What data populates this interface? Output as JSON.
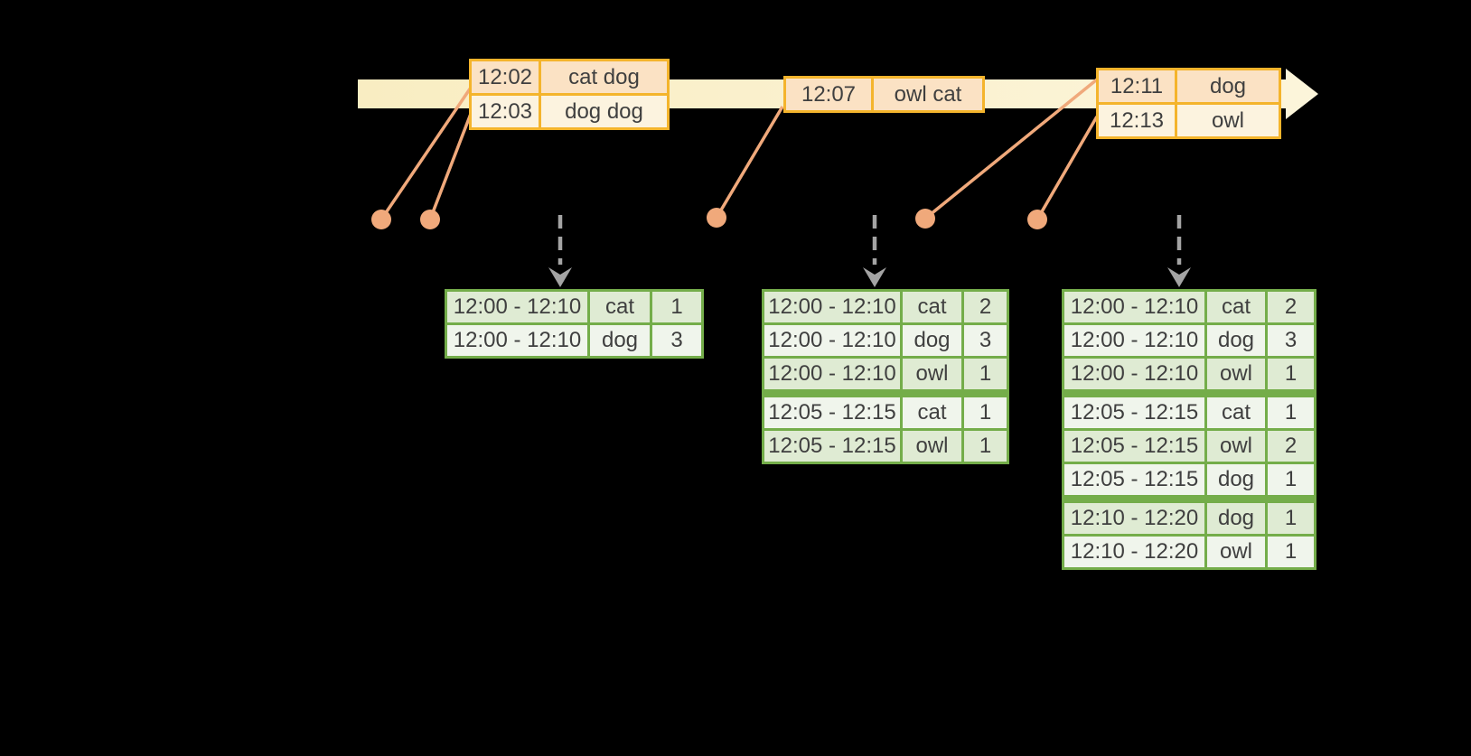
{
  "diagram": {
    "kind": "event-time-window-counts-timeline",
    "background": "#000000"
  },
  "colors": {
    "timeline_band_start": "#F9EDC2",
    "timeline_band_end": "#FCF5DA",
    "event_table_border": "#F4B42C",
    "event_row_peach": "#FBE2C4",
    "event_row_cream": "#FCF3DF",
    "connector_salmon": "#F0A97B",
    "result_table_border": "#74AD4A",
    "result_row_green": "#DFEBD3",
    "result_row_light": "#F0F5EC",
    "trigger_arrow_gray": "#A4A4A4",
    "text": "#3F3F3F"
  },
  "icons": {
    "timeline_arrowhead": "right-arrow",
    "event_dot": "filled-circle",
    "trigger_arrow": "dashed-down-arrow"
  },
  "events": [
    {
      "rows": [
        {
          "time": "12:02",
          "words": "cat dog"
        },
        {
          "time": "12:03",
          "words": "dog dog"
        }
      ]
    },
    {
      "rows": [
        {
          "time": "12:07",
          "words": "owl cat"
        }
      ]
    },
    {
      "rows": [
        {
          "time": "12:11",
          "words": "dog"
        },
        {
          "time": "12:13",
          "words": "owl"
        }
      ]
    }
  ],
  "results": [
    {
      "rows": [
        {
          "window": "12:00 - 12:10",
          "word": "cat",
          "count": "1"
        },
        {
          "window": "12:00 - 12:10",
          "word": "dog",
          "count": "3"
        }
      ]
    },
    {
      "rows": [
        {
          "window": "12:00 - 12:10",
          "word": "cat",
          "count": "2"
        },
        {
          "window": "12:00 - 12:10",
          "word": "dog",
          "count": "3"
        },
        {
          "window": "12:00 - 12:10",
          "word": "owl",
          "count": "1"
        },
        {
          "window": "12:05 - 12:15",
          "word": "cat",
          "count": "1"
        },
        {
          "window": "12:05 - 12:15",
          "word": "owl",
          "count": "1"
        }
      ]
    },
    {
      "rows": [
        {
          "window": "12:00 - 12:10",
          "word": "cat",
          "count": "2"
        },
        {
          "window": "12:00 - 12:10",
          "word": "dog",
          "count": "3"
        },
        {
          "window": "12:00 - 12:10",
          "word": "owl",
          "count": "1"
        },
        {
          "window": "12:05 - 12:15",
          "word": "cat",
          "count": "1"
        },
        {
          "window": "12:05 - 12:15",
          "word": "owl",
          "count": "2"
        },
        {
          "window": "12:05 - 12:15",
          "word": "dog",
          "count": "1"
        },
        {
          "window": "12:10 - 12:20",
          "word": "dog",
          "count": "1"
        },
        {
          "window": "12:10 - 12:20",
          "word": "owl",
          "count": "1"
        }
      ]
    }
  ]
}
